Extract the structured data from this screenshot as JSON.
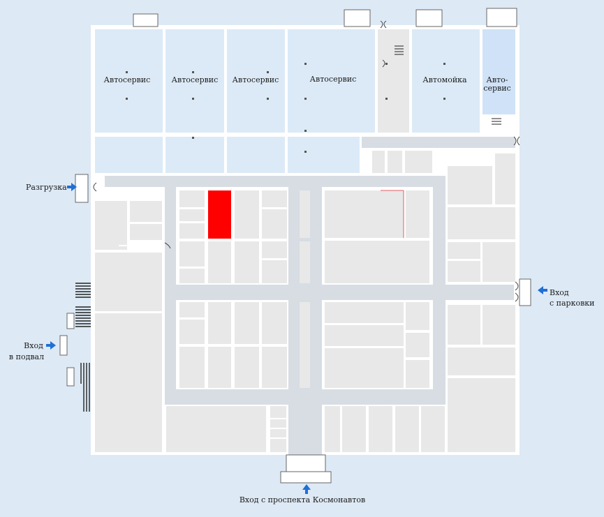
{
  "map": {
    "colors": {
      "background": "#dde9f5",
      "wall": "#ffffff",
      "corridor": "#d7dde3",
      "shop": "#e8e8e8",
      "service": "#dceaf7",
      "highlight": "#ff0000",
      "arrow": "#1f6fd6"
    },
    "rooms": {
      "service_1": "Автосервис",
      "service_2": "Автосервис",
      "service_3": "Автосервис",
      "service_4": "Автосервис",
      "carwash": "Автомойка",
      "service_5_line1": "Авто-",
      "service_5_line2": "сервис"
    },
    "entrances": {
      "unloading": "Разгрузка",
      "basement_line1": "Вход",
      "basement_line2": "в подвал",
      "parking_line1": "Вход",
      "parking_line2": "с парковки",
      "main": "Вход с проспекта Космонавтов"
    },
    "icons": {
      "entrance_arrow": "arrow-icon",
      "door": "door-icon",
      "stairs": "stairs-icon"
    }
  }
}
